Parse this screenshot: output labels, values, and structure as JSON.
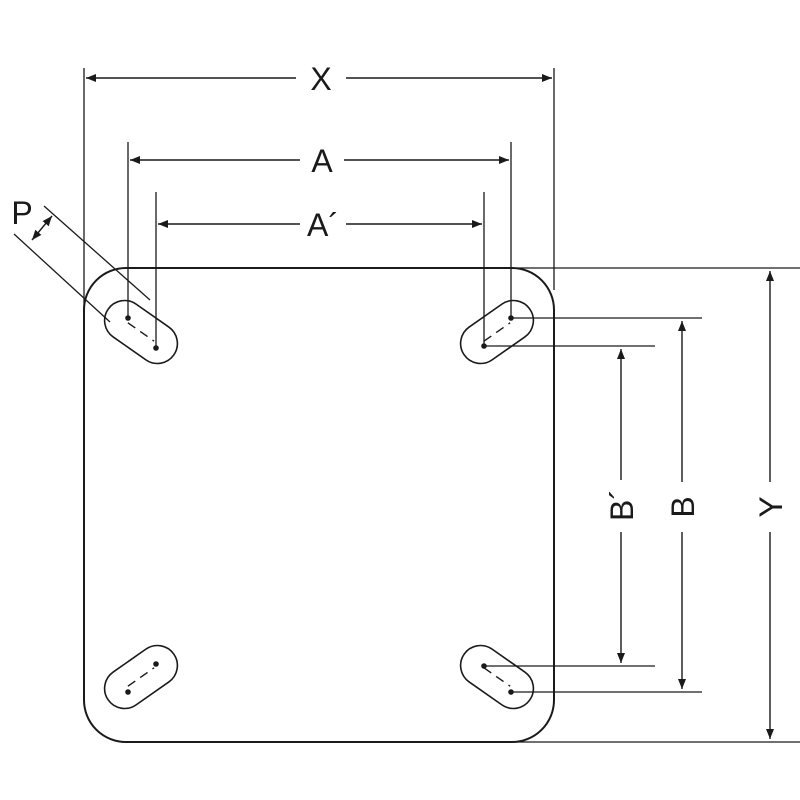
{
  "labels": {
    "x": "X",
    "a": "A",
    "a_prime": "A´",
    "p": "P",
    "y": "Y",
    "b": "B",
    "b_prime": "B´"
  },
  "colors": {
    "ink": "#1a1a1a",
    "background": "#ffffff"
  }
}
